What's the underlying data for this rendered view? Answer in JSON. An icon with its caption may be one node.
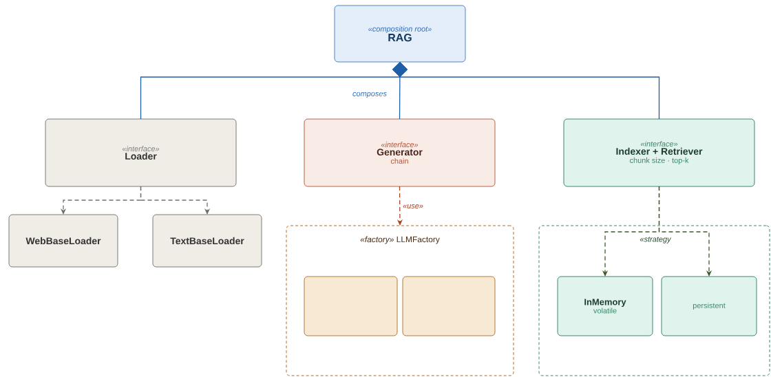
{
  "diagram": {
    "nodes": [
      {
        "text": [
          "«composition root»",
          "RAG"
        ]
      },
      {
        "text": [
          "«interface»",
          "Loader"
        ]
      },
      {
        "text": [
          "«interface»",
          "Generator",
          "chain"
        ]
      },
      {
        "text": [
          "«interface»",
          "Indexer + Retriever",
          "chunk size  ·  top-k"
        ]
      },
      {
        "text": [
          "WebBaseLoader"
        ]
      },
      {
        "text": [
          "TextBaseLoader"
        ]
      },
      {
        "text": [
          "*«factory»*  LLMFactory"
        ]
      },
      {
        "text": [],
        "shape": "box",
        "in": 6
      },
      {
        "text": [],
        "shape": "box",
        "in": 6
      },
      {
        "text": [
          "«strategy"
        ]
      },
      {
        "text": [
          "InMemory",
          "volatile"
        ],
        "in": 9
      },
      {
        "text": [
          "persistent"
        ],
        "in": 9
      }
    ],
    "edges": [
      {
        "from": 0,
        "to": 1,
        "arrow": "other"
      },
      {
        "from": 0,
        "to": 2,
        "arrow": "other",
        "label": "composes"
      },
      {
        "from": 0,
        "to": 3,
        "arrow": "other"
      },
      {
        "from": 1,
        "to": 4,
        "arrow": "to",
        "style": "dashed",
        "color": "#707070"
      },
      {
        "from": 1,
        "to": 5,
        "arrow": "to",
        "style": "dashed",
        "color": "#707070"
      },
      {
        "from": 2,
        "to": 6,
        "arrow": "to",
        "style": "dashed",
        "color": "#b0401e",
        "label": "«use»"
      },
      {
        "from": 3,
        "to": 10,
        "arrow": "to",
        "style": "dashed",
        "color": "#3d5a2a"
      },
      {
        "from": 3,
        "to": 11,
        "arrow": "to",
        "style": "dashed",
        "color": "#3d5a2a"
      }
    ]
  }
}
